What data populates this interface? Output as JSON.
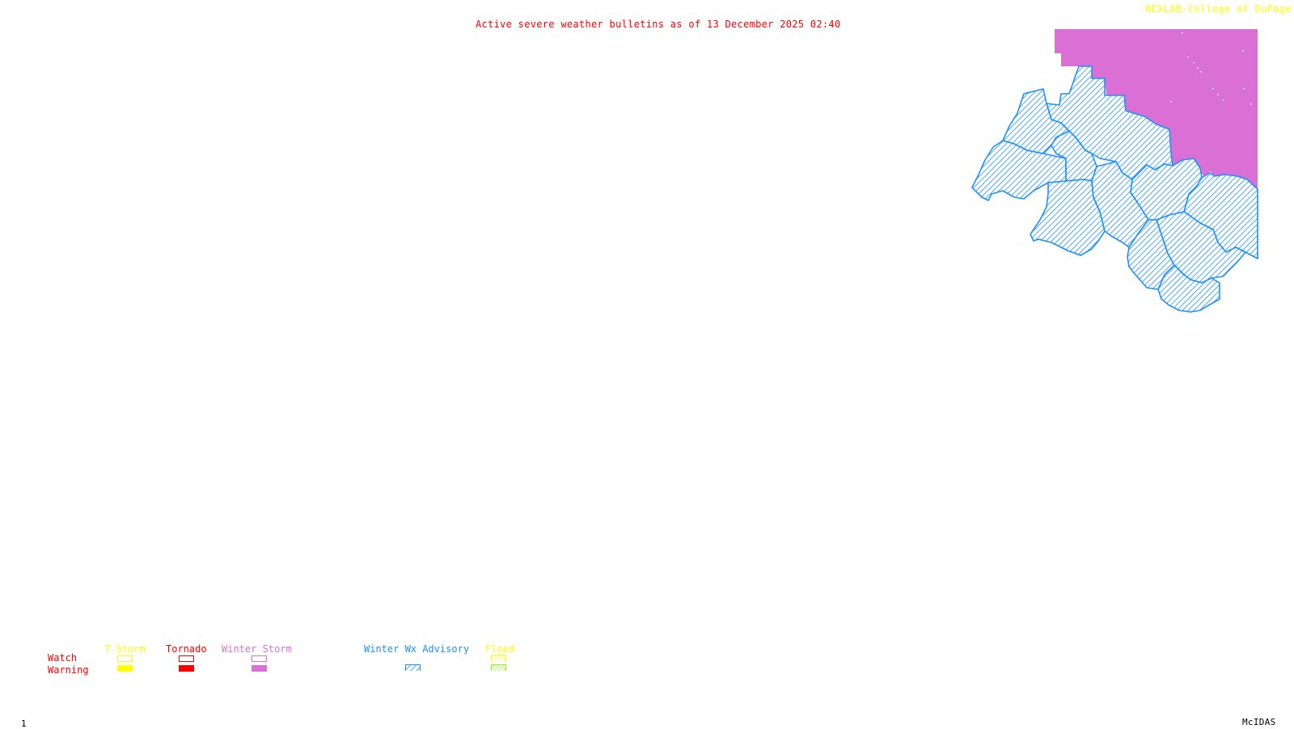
{
  "header": {
    "title": "Active severe weather bulletins as of 13 December 2025 02:40",
    "credit": "NEXLAB-College of DuPage",
    "credit_icon": "nexlab-logo-icon"
  },
  "footer": {
    "frame_number": "1",
    "software": "McIDAS"
  },
  "map": {
    "active_products": [
      {
        "name": "Winter Storm Warning",
        "color": "#da70d6",
        "style": "solid"
      },
      {
        "name": "Winter Wx Advisory",
        "color": "#1e90ff",
        "style": "hatched"
      }
    ]
  },
  "legend": {
    "row_labels": {
      "watch": "Watch",
      "warning": "Warning"
    },
    "categories": [
      {
        "label": "T-Storm",
        "color": "#ffff00",
        "watch": "outline",
        "warning": "solid"
      },
      {
        "label": "Tornado",
        "color": "#ff0000",
        "watch": "outline",
        "warning": "solid"
      },
      {
        "label": "Winter Storm",
        "color": "#da70d6",
        "watch": "outline",
        "warning": "solid"
      },
      {
        "label": "Winter Wx Advisory",
        "color": "#1e90ff",
        "watch": "none",
        "warning": "hatched"
      },
      {
        "label": "Flood",
        "color": "#ffff00",
        "warning_color": "#7fff00",
        "watch": "hatched",
        "warning": "hatched"
      }
    ]
  }
}
